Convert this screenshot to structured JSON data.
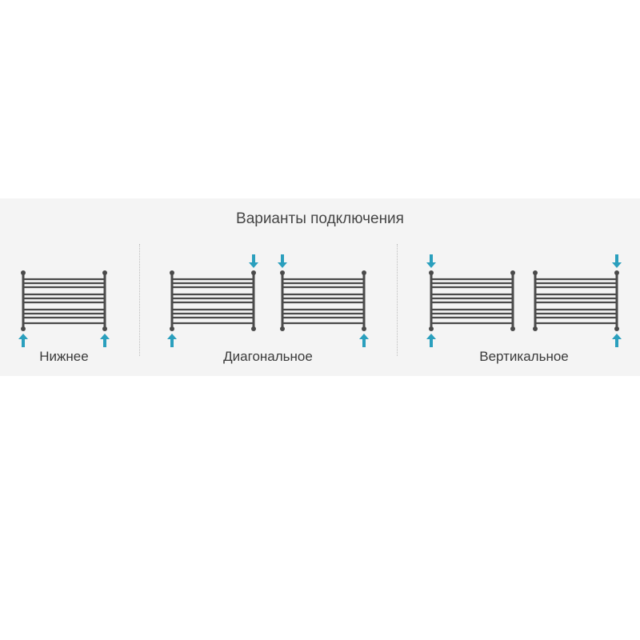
{
  "title": "Варианты подключения",
  "groups": [
    {
      "label": "Нижнее",
      "variants": [
        {
          "inlet": "bottom-left",
          "outlet": "bottom-right"
        }
      ]
    },
    {
      "label": "Диагональное",
      "variants": [
        {
          "inlet": "bottom-left",
          "outlet": "top-right"
        },
        {
          "inlet": "top-left",
          "outlet": "bottom-right"
        }
      ]
    },
    {
      "label": "Вертикальное",
      "variants": [
        {
          "inlet": "top-left",
          "outlet": "bottom-left"
        },
        {
          "inlet": "top-right",
          "outlet": "bottom-right"
        }
      ]
    }
  ],
  "colors": {
    "arrow": "#2a9fbd",
    "rail": "#4a4a4a",
    "band": "#f4f4f4",
    "text": "#3a3a3a"
  }
}
